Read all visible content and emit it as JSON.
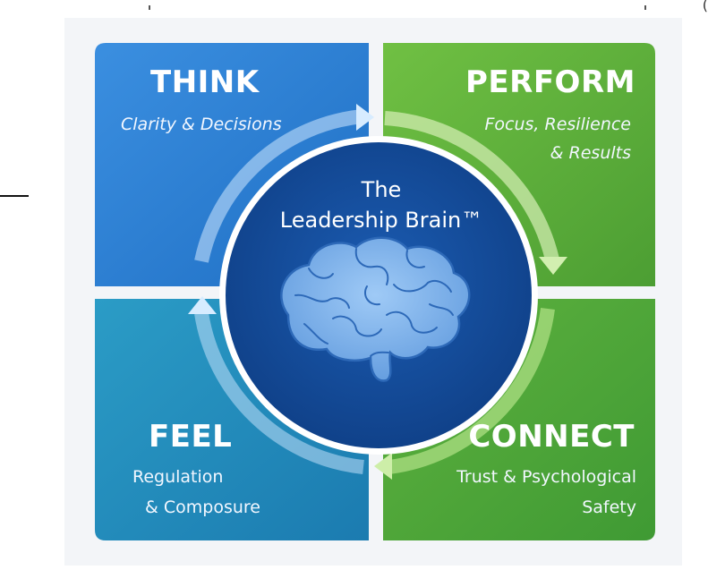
{
  "center": {
    "line1": "The",
    "line2": "Leadership Brain™"
  },
  "quadrants": [
    {
      "id": "think",
      "title": "THINK",
      "subtitle": [
        "Clarity & Decisions"
      ],
      "color": "#2e7fd0"
    },
    {
      "id": "perform",
      "title": "PERFORM",
      "subtitle": [
        "Focus, Resilience",
        "& Results"
      ],
      "color": "#62b33f"
    },
    {
      "id": "feel",
      "title": "FEEL",
      "subtitle": [
        "Regulation",
        "& Composure"
      ],
      "color": "#1f8fb8"
    },
    {
      "id": "connect",
      "title": "CONNECT",
      "subtitle": [
        "Trust & Psychological",
        "Safety"
      ],
      "color": "#4fa83a"
    }
  ],
  "colors": {
    "circle": "#124a98",
    "circle_ring": "#ffffff",
    "brain": "#6fa8e6",
    "brain_lines": "#2d69b8",
    "arrow_light": "#cfe8ff",
    "arrow_green": "#a7d97a"
  },
  "icons": [
    "brain-icon",
    "cycle-arrows"
  ]
}
